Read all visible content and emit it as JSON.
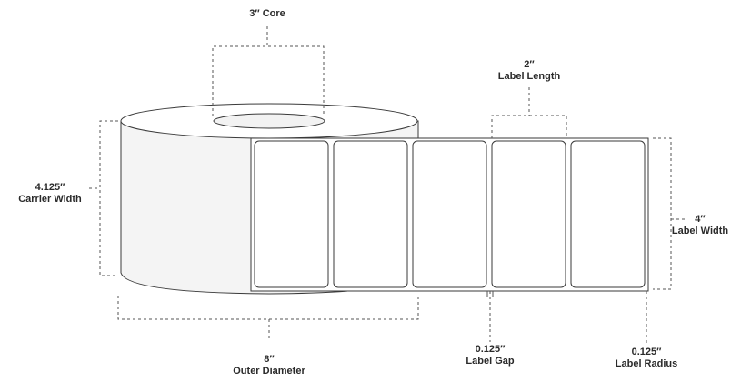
{
  "diagram": {
    "core": {
      "value": "3″",
      "label": "Core"
    },
    "label_length": {
      "value": "2″",
      "label": "Label Length"
    },
    "carrier_width": {
      "value": "4.125″",
      "label": "Carrier Width"
    },
    "label_width": {
      "value": "4″",
      "label": "Label Width"
    },
    "outer_diameter": {
      "value": "8″",
      "label": "Outer Diameter"
    },
    "label_gap": {
      "value": "0.125″",
      "label": "Label Gap"
    },
    "label_radius": {
      "value": "0.125″",
      "label": "Label Radius"
    },
    "label_count": 5
  }
}
